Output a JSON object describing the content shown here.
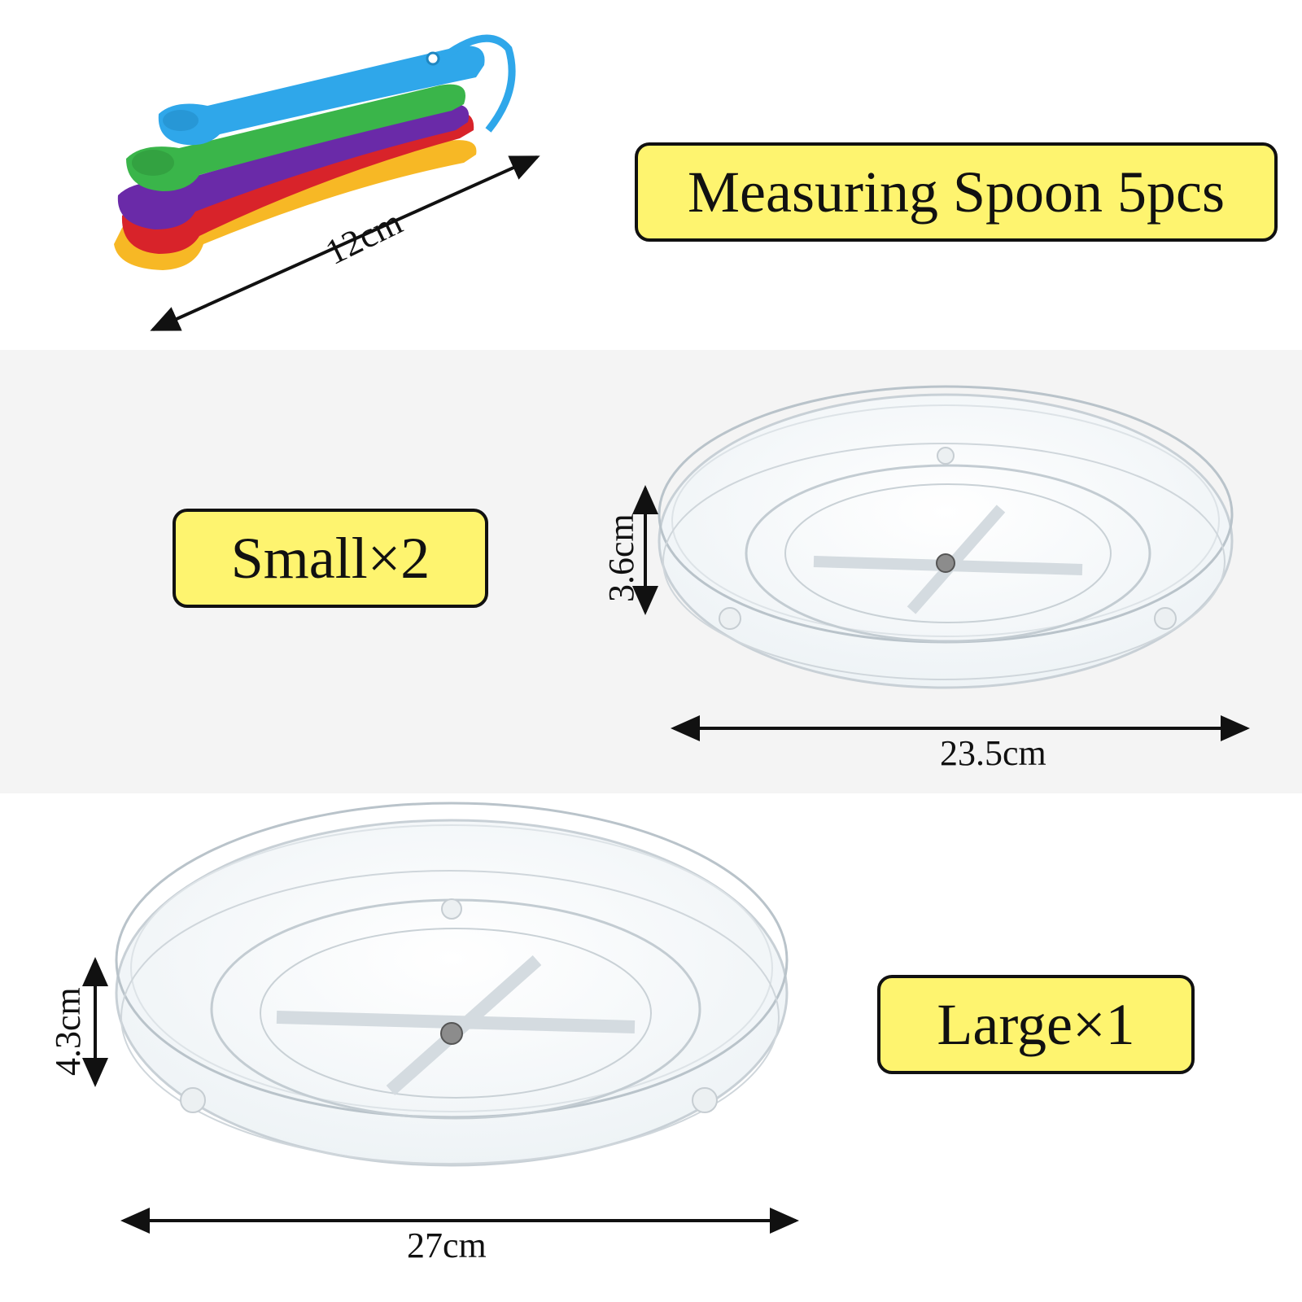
{
  "labels": {
    "spoon_set": "Measuring Spoon 5pcs",
    "small_tray": "Small×2",
    "large_tray": "Large×1"
  },
  "dimensions": {
    "spoon_length": "12cm",
    "small_width": "23.5cm",
    "small_height": "3.6cm",
    "large_width": "27cm",
    "large_height": "4.3cm"
  },
  "colors": {
    "label_fill": "#fef46f",
    "label_border": "#111111",
    "band": "#f4f4f4",
    "spoon_blue": "#2fa7ea",
    "spoon_green": "#3ab54a",
    "spoon_purple": "#6a2aa8",
    "spoon_red": "#d8232a",
    "spoon_yellow": "#f7b825"
  }
}
